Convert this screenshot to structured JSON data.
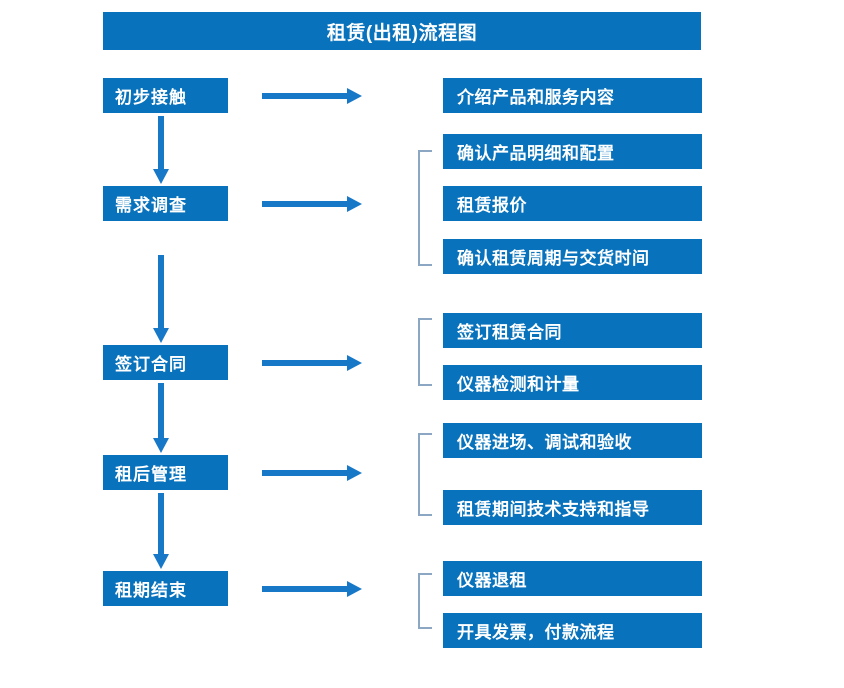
{
  "page": {
    "title": "租赁(出租)流程图",
    "background": "#ffffff",
    "accent_color": "#0872bc",
    "arrow_color": "#1878c8",
    "bracket_color": "#8ba7c4",
    "text_color": "#ffffff"
  },
  "diagram": {
    "type": "flowchart",
    "stages": [
      {
        "id": "stage-1",
        "label": "初步接触"
      },
      {
        "id": "stage-2",
        "label": "需求调查"
      },
      {
        "id": "stage-3",
        "label": "签订合同"
      },
      {
        "id": "stage-4",
        "label": "租后管理"
      },
      {
        "id": "stage-5",
        "label": "租期结束"
      }
    ],
    "details": [
      {
        "id": "detail-1",
        "label": "介绍产品和服务内容"
      },
      {
        "id": "detail-2",
        "label": "确认产品明细和配置"
      },
      {
        "id": "detail-3",
        "label": "租赁报价"
      },
      {
        "id": "detail-4",
        "label": "确认租赁周期与交货时间"
      },
      {
        "id": "detail-5",
        "label": "签订租赁合同"
      },
      {
        "id": "detail-6",
        "label": "仪器检测和计量"
      },
      {
        "id": "detail-7",
        "label": "仪器进场、调试和验收"
      },
      {
        "id": "detail-8",
        "label": "租赁期间技术支持和指导"
      },
      {
        "id": "detail-9",
        "label": "仪器退租"
      },
      {
        "id": "detail-10",
        "label": "开具发票，付款流程"
      }
    ],
    "connectors": {
      "horizontal_arrow_count": 5,
      "vertical_arrow_count": 4,
      "bracket_count": 4
    }
  }
}
